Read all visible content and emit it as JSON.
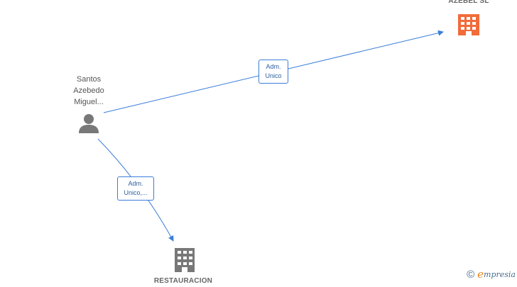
{
  "diagram": {
    "person": {
      "name_lines": [
        "Santos",
        "Azebedo",
        "Miguel..."
      ],
      "icon": "person-icon",
      "color": "#787878"
    },
    "companies": [
      {
        "label": "AZEBEL SL",
        "icon": "building-icon",
        "color": "#f26b3a"
      },
      {
        "label": "RESTAURACION",
        "icon": "building-icon",
        "color": "#787878"
      }
    ],
    "edges": [
      {
        "from": "person",
        "to": "AZEBEL SL",
        "label_lines": [
          "Adm.",
          "Unico"
        ]
      },
      {
        "from": "person",
        "to": "RESTAURACION",
        "label_lines": [
          "Adm.",
          "Unico,..."
        ]
      }
    ],
    "edge_color": "#3b7dd8"
  },
  "watermark": {
    "symbol": "©",
    "brand_initial": "e",
    "brand_rest": "mpresia"
  }
}
